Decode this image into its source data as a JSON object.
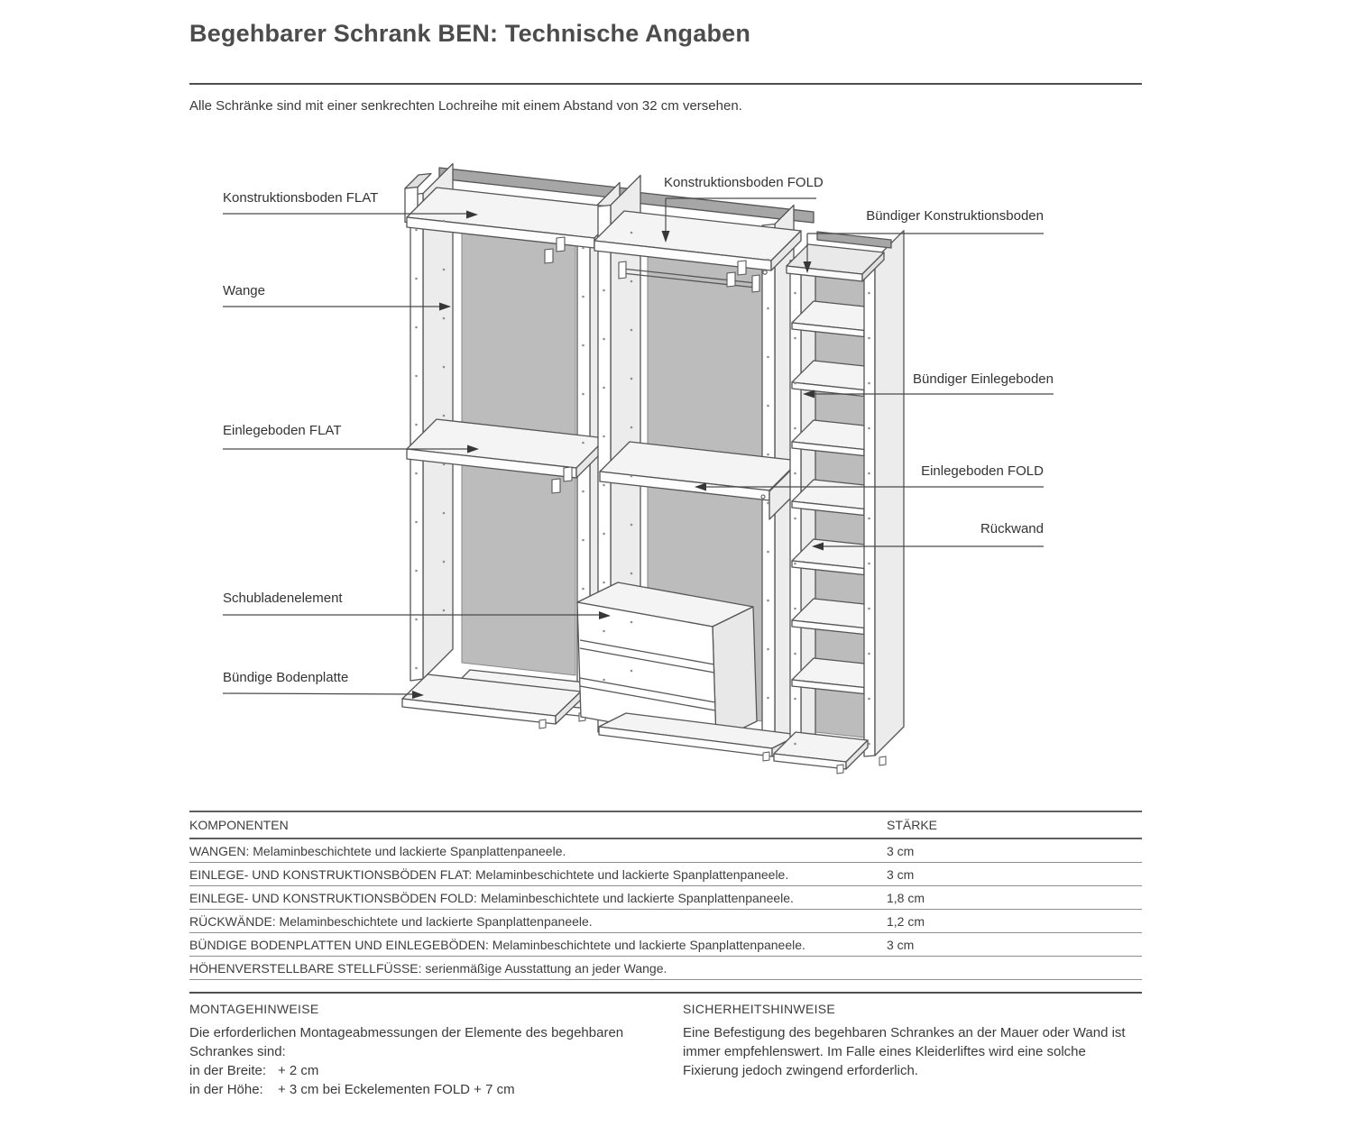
{
  "page": {
    "title": "Begehbarer Schrank BEN: Technische Angaben",
    "subtitle": "Alle Schränke sind mit einer senkrechten Lochreihe mit einem Abstand von 32 cm versehen."
  },
  "diagram": {
    "labels": [
      {
        "id": "konstruktionsboden-flat",
        "text": "Konstruktionsboden FLAT"
      },
      {
        "id": "wange",
        "text": "Wange"
      },
      {
        "id": "einlegeboden-flat",
        "text": "Einlegeboden FLAT"
      },
      {
        "id": "schubladenelement",
        "text": "Schubladenelement"
      },
      {
        "id": "buendige-bodenplatte",
        "text": "Bündige Bodenplatte"
      },
      {
        "id": "konstruktionsboden-fold",
        "text": "Konstruktionsboden FOLD"
      },
      {
        "id": "buendiger-konstruktionsboden",
        "text": "Bündiger Konstruktionsboden"
      },
      {
        "id": "buendiger-einlegeboden",
        "text": "Bündiger Einlegeboden"
      },
      {
        "id": "einlegeboden-fold",
        "text": "Einlegeboden FOLD"
      },
      {
        "id": "rueckwand",
        "text": "Rückwand"
      }
    ]
  },
  "table": {
    "headers": [
      "KOMPONENTEN",
      "STÄRKE"
    ],
    "rows": [
      {
        "component": "WANGEN: Melaminbeschichtete und lackierte Spanplattenpaneele.",
        "value": "3 cm"
      },
      {
        "component": "EINLEGE- UND KONSTRUKTIONSBÖDEN FLAT: Melaminbeschichtete und lackierte Spanplattenpaneele.",
        "value": "3 cm"
      },
      {
        "component": "EINLEGE- UND KONSTRUKTIONSBÖDEN FOLD: Melaminbeschichtete und lackierte Spanplattenpaneele.",
        "value": "1,8 cm"
      },
      {
        "component": "RÜCKWÄNDE: Melaminbeschichtete und lackierte Spanplattenpaneele.",
        "value": "1,2 cm"
      },
      {
        "component": "BÜNDIGE BODENPLATTEN UND EINLEGEBÖDEN: Melaminbeschichtete und lackierte Spanplattenpaneele.",
        "value": "3 cm"
      },
      {
        "component": "HÖHENVERSTELLBARE STELLFÜSSE: serienmäßige Ausstattung an jeder Wange.",
        "value": ""
      }
    ]
  },
  "sections": {
    "montage": {
      "heading": "MONTAGEHINWEISE",
      "intro": "Die erforderlichen Montageabmessungen der Elemente des begehbaren Schrankes sind:",
      "rows": [
        {
          "label": "in der Breite:",
          "value": "+ 2 cm"
        },
        {
          "label": "in der Höhe:",
          "value": "+ 3 cm bei Eckelementen FOLD + 7 cm"
        }
      ]
    },
    "sicherheit": {
      "heading": "SICHERHEITSHINWEISE",
      "body": "Eine Befestigung des begehbaren Schrankes an der Mauer oder Wand ist immer empfehlenswert. Im Falle eines Kleiderliftes wird eine solche Fixierung jedoch zwingend erforderlich."
    }
  },
  "colors": {
    "outline": "#565656",
    "back_panel": "#bcbcbc",
    "panel_face": "#ececec",
    "text": "#3d3d3d"
  }
}
